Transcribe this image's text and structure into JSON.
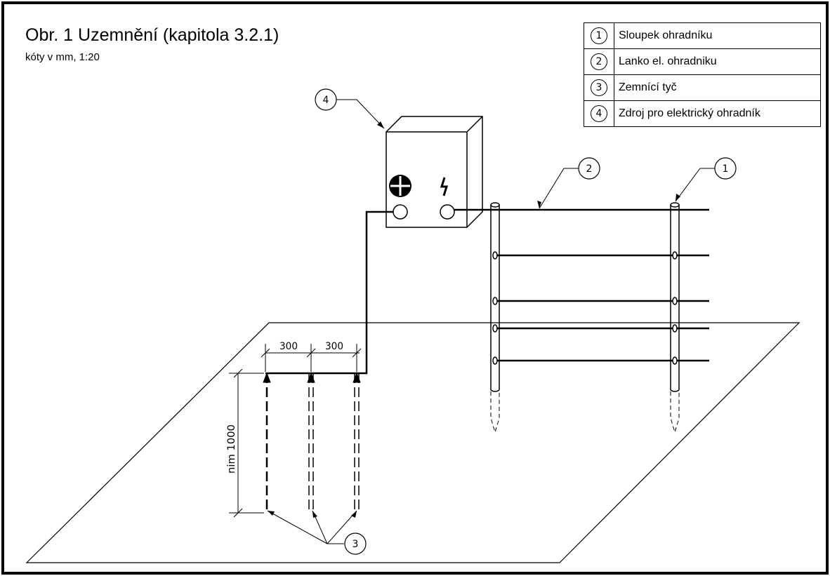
{
  "title": "Obr. 1 Uzemnění (kapitola 3.2.1)",
  "subtitle": "kóty v mm, 1:20",
  "legend": [
    {
      "num": "1",
      "label": "Sloupek ohradníku"
    },
    {
      "num": "2",
      "label": "Lanko el. ohradniku"
    },
    {
      "num": "3",
      "label": "Zemnící tyč"
    },
    {
      "num": "4",
      "label": "Zdroj pro elektrický ohradník"
    }
  ],
  "callouts": {
    "post": "1",
    "wire": "2",
    "rods": "3",
    "source": "4"
  },
  "dimensions": {
    "spacing_1": "300",
    "spacing_2": "300",
    "depth": "nim 1000"
  }
}
